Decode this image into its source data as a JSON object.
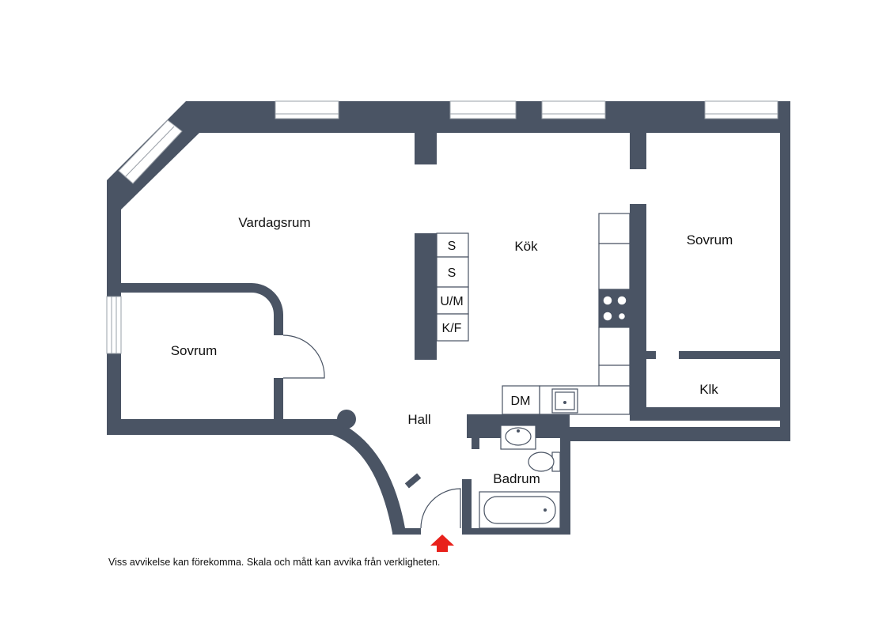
{
  "rooms": {
    "vardagsrum": "Vardagsrum",
    "kok": "Kök",
    "sovrum_right": "Sovrum",
    "sovrum_left": "Sovrum",
    "hall": "Hall",
    "klk": "Klk",
    "badrum": "Badrum"
  },
  "appliances": {
    "s1": "S",
    "s2": "S",
    "um": "U/M",
    "kf": "K/F",
    "dm": "DM"
  },
  "colors": {
    "wall": "#4a5464",
    "entrance_arrow": "#e8211b"
  },
  "entrance_icon": "entrance-arrow-icon",
  "disclaimer": "Viss avvikelse kan förekomma. Skala och mått kan avvika från verkligheten."
}
